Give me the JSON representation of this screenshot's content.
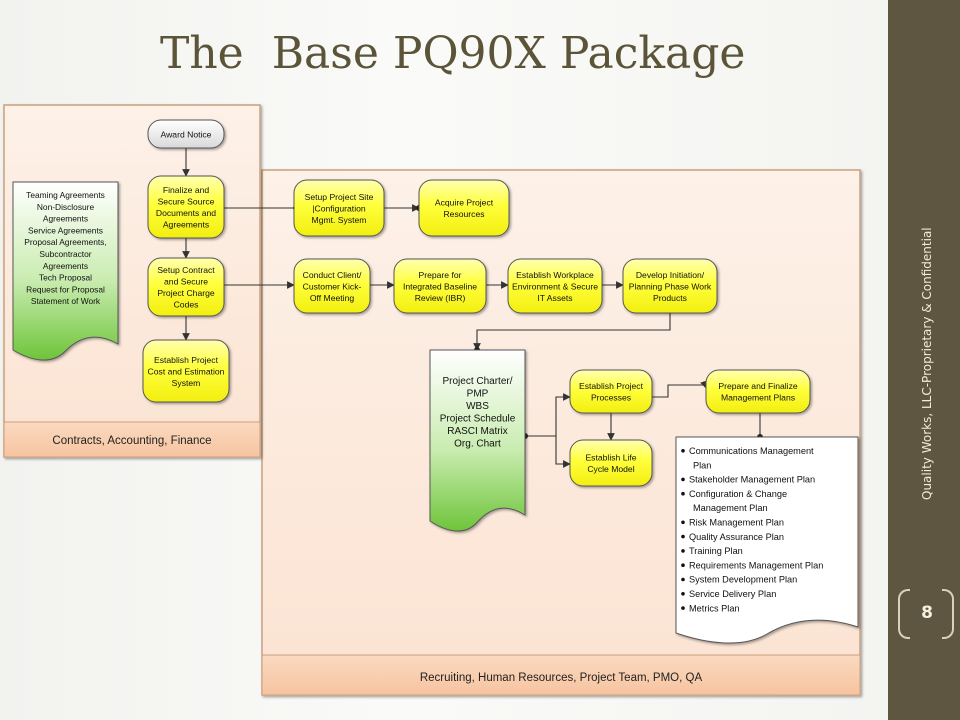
{
  "slide": {
    "title": "The  Base PQ90X Package",
    "side_note": "Quality Works, LLC-Proprietary & Confidential",
    "page_number": "8"
  },
  "diagram": {
    "nodes": [
      {
        "id": "award-notice",
        "lines": [
          "Award Notice"
        ]
      },
      {
        "id": "finalize-source-docs",
        "lines": [
          "Finalize and",
          "Secure Source",
          "Documents and",
          "Agreements"
        ]
      },
      {
        "id": "setup-contract",
        "lines": [
          "Setup Contract",
          "and Secure",
          "Project Charge",
          "Codes"
        ]
      },
      {
        "id": "establish-cost",
        "lines": [
          "Establish Project",
          "Cost and Estimation",
          "System"
        ]
      },
      {
        "id": "setup-project-site",
        "lines": [
          "Setup Project Site",
          "|Configuration",
          "Mgmt. System"
        ]
      },
      {
        "id": "acquire-resources",
        "lines": [
          "Acquire Project",
          "Resources"
        ]
      },
      {
        "id": "conduct-kickoff",
        "lines": [
          "Conduct Client/",
          "Customer Kick-",
          "Off Meeting"
        ]
      },
      {
        "id": "prepare-ibr",
        "lines": [
          "Prepare for",
          "Integrated Baseline",
          "Review (IBR)"
        ]
      },
      {
        "id": "establish-workplace",
        "lines": [
          "Establish Workplace",
          "Environment & Secure",
          "IT Assets"
        ]
      },
      {
        "id": "develop-initiation",
        "lines": [
          "Develop Initiation/",
          "Planning Phase Work",
          "Products"
        ]
      },
      {
        "id": "establish-processes",
        "lines": [
          "Establish Project",
          "Processes"
        ]
      },
      {
        "id": "establish-lifecycle",
        "lines": [
          "Establish Life",
          "Cycle Model"
        ]
      },
      {
        "id": "prepare-mgmt-plans",
        "lines": [
          "Prepare and Finalize",
          "Management Plans"
        ]
      }
    ],
    "documents": [
      {
        "id": "teaming-doc",
        "lines": [
          "Teaming Agreements",
          "Non-Disclosure",
          "Agreements",
          "Service Agreements",
          "Proposal Agreements,",
          "Subcontractor",
          "Agreements",
          "Tech Proposal",
          "Request for Proposal",
          "Statement of Work"
        ]
      },
      {
        "id": "charter-doc",
        "lines": [
          "Project Charter/",
          "PMP",
          "WBS",
          "Project Schedule",
          "RASCI Matrix",
          "Org. Chart"
        ]
      },
      {
        "id": "plans-doc",
        "items": [
          [
            "Communications Management",
            "Plan"
          ],
          [
            "Stakeholder Management Plan"
          ],
          [
            "Configuration & Change",
            "Management Plan"
          ],
          [
            "Risk Management Plan"
          ],
          [
            "Quality Assurance Plan"
          ],
          [
            "Training Plan"
          ],
          [
            "Requirements Management Plan"
          ],
          [
            "System Development Plan"
          ],
          [
            "Service Delivery Plan"
          ],
          [
            "Metrics Plan"
          ]
        ]
      }
    ],
    "lanes": [
      {
        "id": "lane-contracts",
        "label": "Contracts, Accounting, Finance"
      },
      {
        "id": "lane-recruiting",
        "label": "Recruiting, Human Resources, Project Team, PMO, QA"
      }
    ],
    "edges": [
      [
        "award-notice",
        "finalize-source-docs"
      ],
      [
        "finalize-source-docs",
        "setup-contract"
      ],
      [
        "setup-contract",
        "establish-cost"
      ],
      [
        "finalize-source-docs",
        "setup-project-site"
      ],
      [
        "setup-project-site",
        "acquire-resources"
      ],
      [
        "setup-contract",
        "conduct-kickoff"
      ],
      [
        "conduct-kickoff",
        "prepare-ibr"
      ],
      [
        "prepare-ibr",
        "establish-workplace"
      ],
      [
        "establish-workplace",
        "develop-initiation"
      ],
      [
        "develop-initiation",
        "charter-doc"
      ],
      [
        "charter-doc",
        "establish-processes"
      ],
      [
        "charter-doc",
        "establish-lifecycle"
      ],
      [
        "establish-processes",
        "establish-lifecycle"
      ],
      [
        "establish-processes",
        "prepare-mgmt-plans"
      ],
      [
        "prepare-mgmt-plans",
        "plans-doc"
      ]
    ],
    "colors": {
      "process_yellow": "#ffff3c",
      "start_gray": "#f0f0f0",
      "doc_green_bottom": "#6ec43a",
      "lane_fill": "#fbe6d6",
      "lane_border": "#d6a98a",
      "lane_band": "#f7c9a8",
      "title_color": "#5b5439",
      "sidebar": "#5e5640"
    }
  }
}
